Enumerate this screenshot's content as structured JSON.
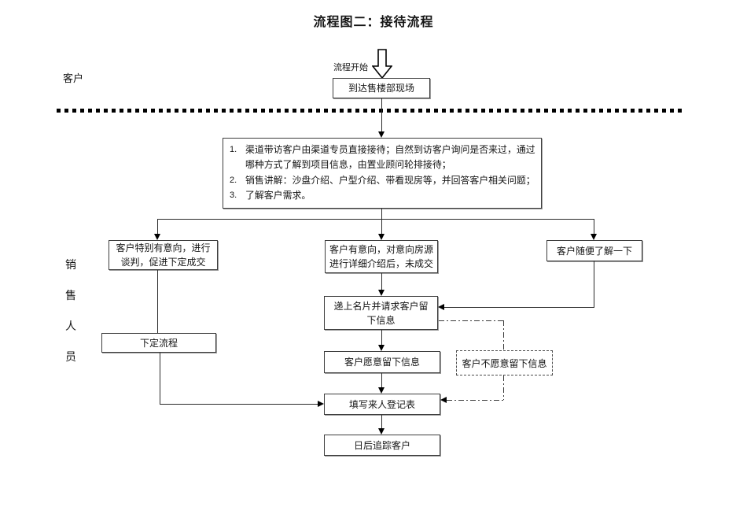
{
  "title": "流程图二：接待流程",
  "lanes": {
    "customer": "客户",
    "sales": [
      "销",
      "售",
      "人",
      "员"
    ]
  },
  "start": {
    "label": "流程开始"
  },
  "nodes": {
    "arrive": "到达售楼部现场",
    "reception": {
      "items": [
        {
          "num": "1.",
          "text": "渠道带访客户由渠道专员直接接待；自然到访客户询问是否来过，通过哪种方式了解到项目信息，由置业顾问轮排接待；"
        },
        {
          "num": "2.",
          "text": "销售讲解：沙盘介绍、户型介绍、带看现房等，并回答客户相关问题；"
        },
        {
          "num": "3.",
          "text": "了解客户需求。"
        }
      ]
    },
    "strong_intent": "客户特别有意向，进行\n谈判，促进下定成交",
    "some_intent": "客户有意向，对意向房源\n进行详细介绍后，未成交",
    "casual_look": "客户随便了解一下",
    "give_card": "递上名片并请求客户留\n下信息",
    "willing_info": "客户愿意留下信息",
    "unwilling_info": "客户不愿意留下信息",
    "deposit_process": "下定流程",
    "fill_form": "填写来人登记表",
    "follow_up": "日后追踪客户"
  }
}
